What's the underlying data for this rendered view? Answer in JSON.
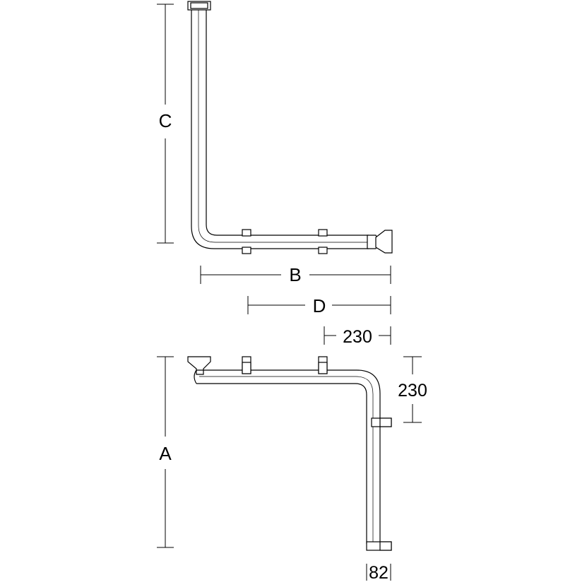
{
  "labels": {
    "c": "C",
    "b": "B",
    "d": "D",
    "a": "A",
    "width_230": "230",
    "height_230": "230",
    "dia_82": "82"
  },
  "colors": {
    "line": "#000000",
    "background": "#ffffff"
  }
}
